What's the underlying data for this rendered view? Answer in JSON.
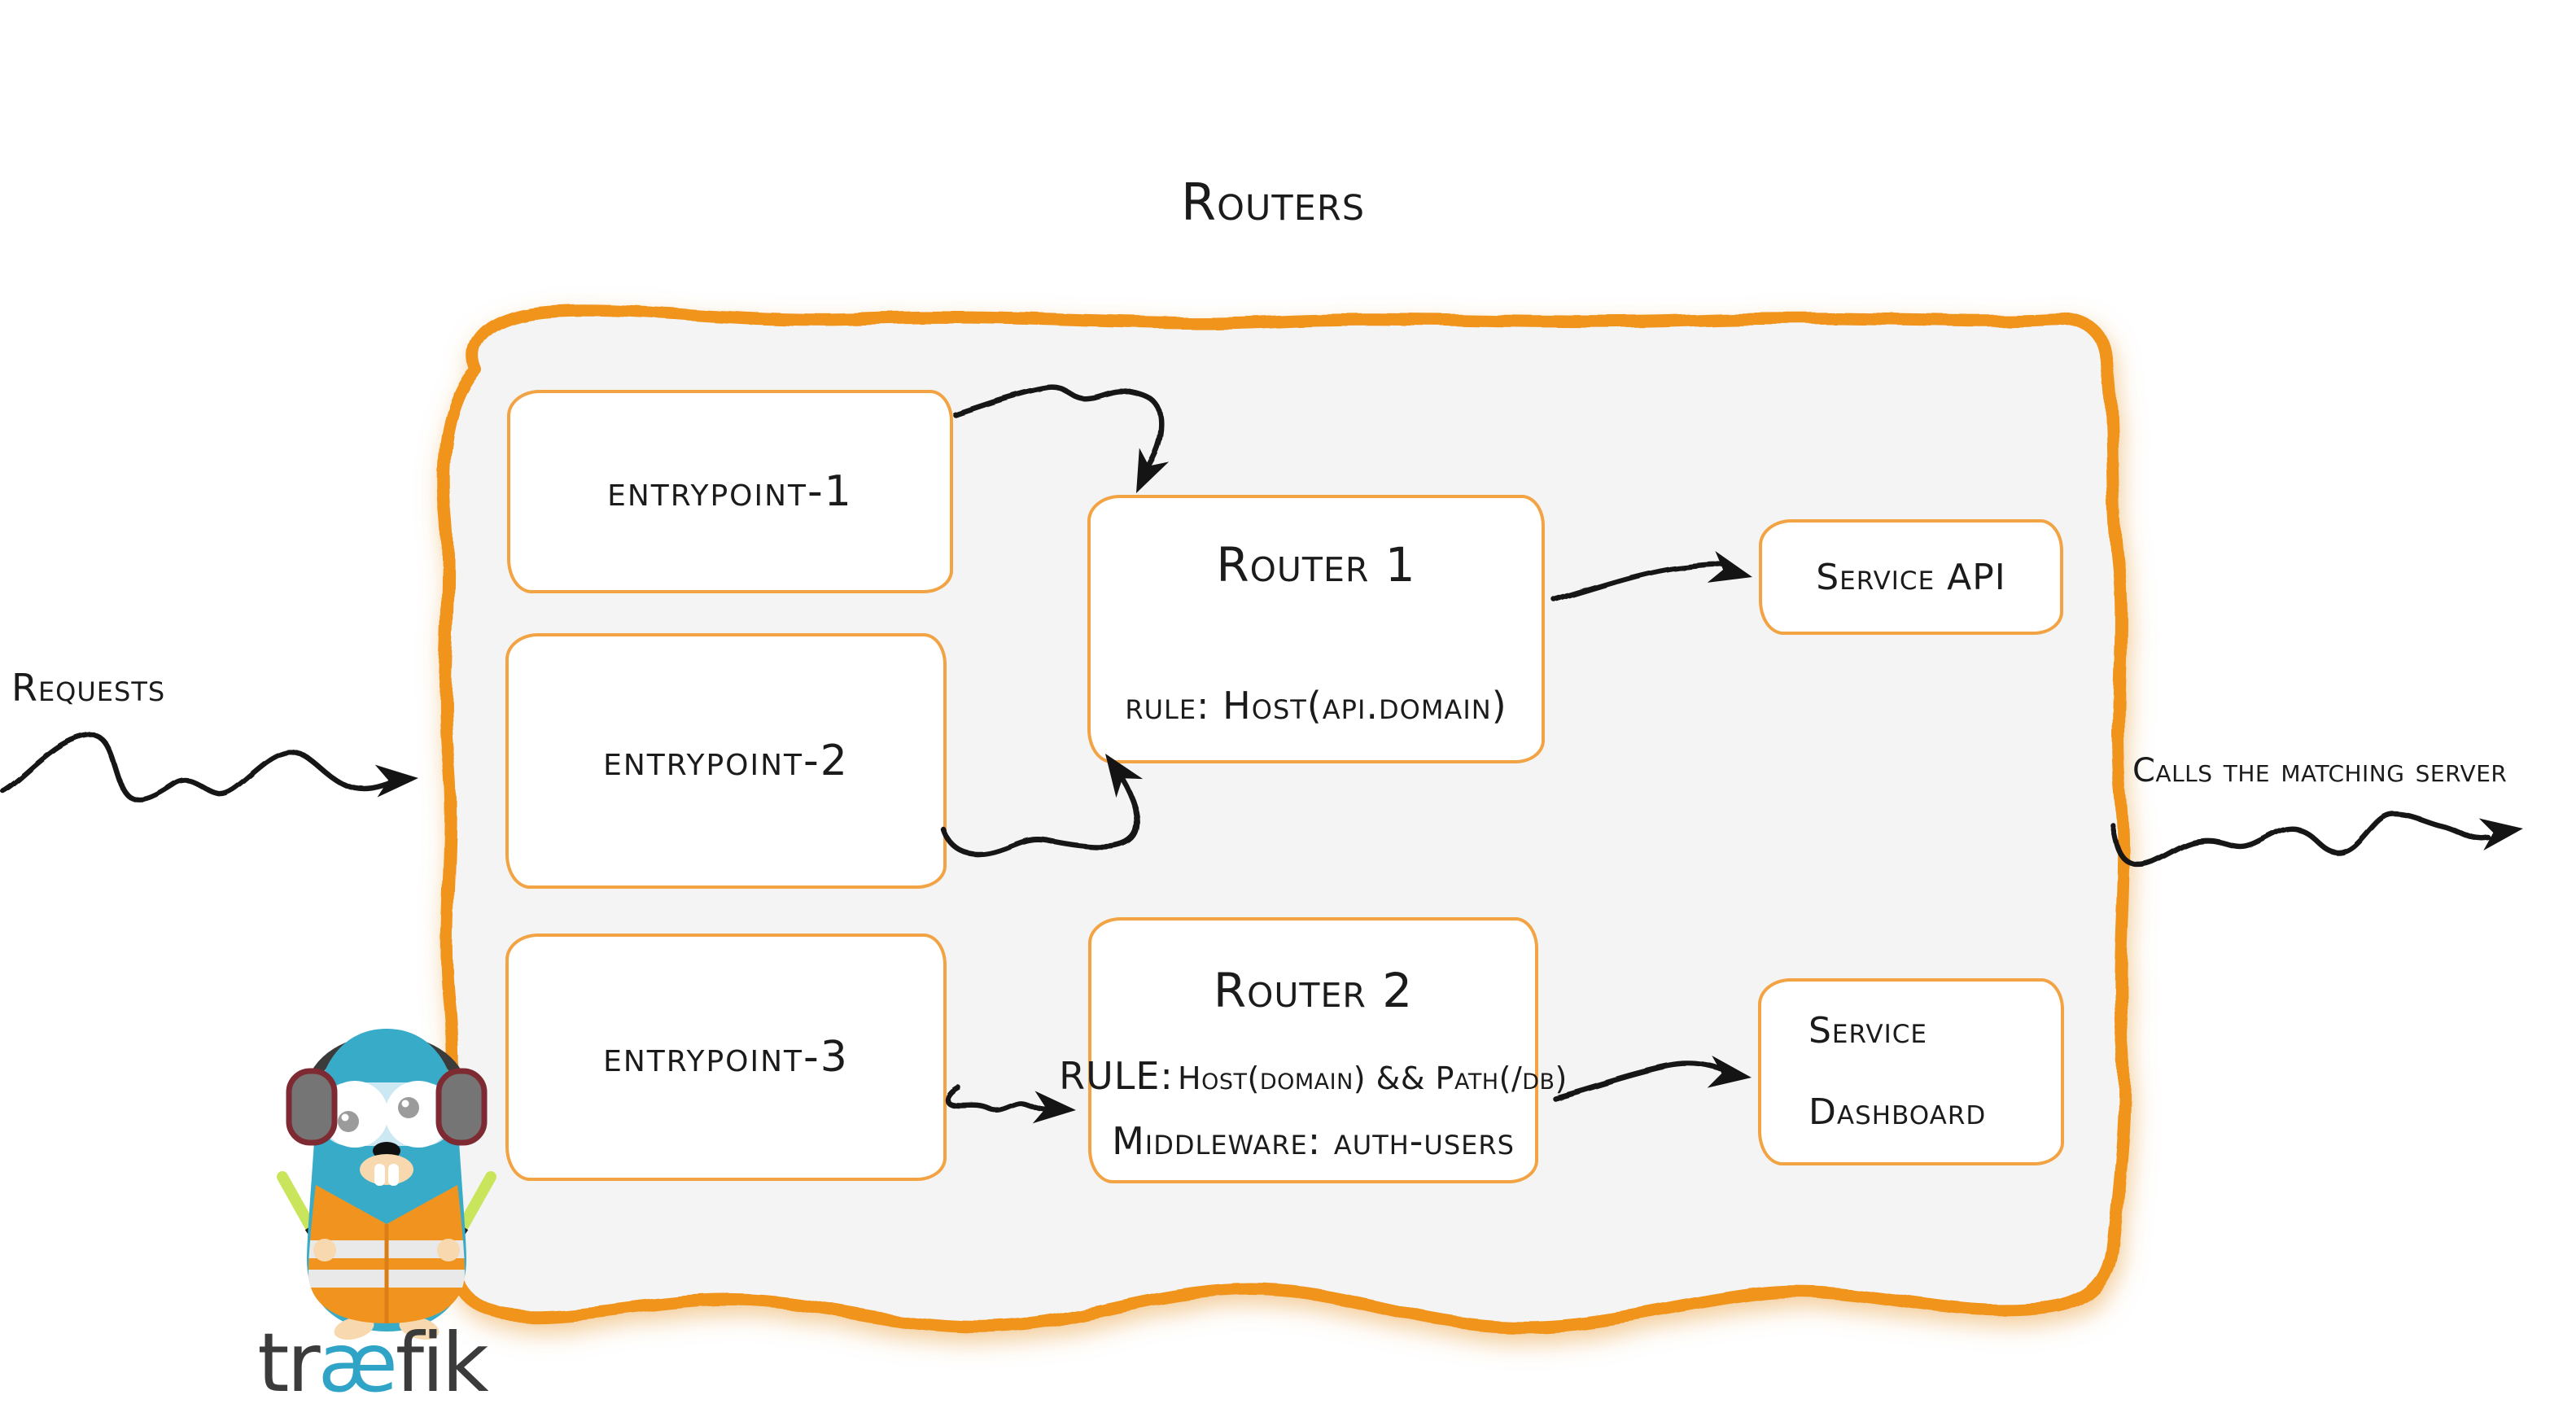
{
  "title": "Routers",
  "annotations": {
    "requests": "Requests",
    "calls_matching_server": "Calls the matching server"
  },
  "entrypoints": [
    {
      "label": "entrypoint-1"
    },
    {
      "label": "entrypoint-2"
    },
    {
      "label": "entrypoint-3"
    }
  ],
  "routers": [
    {
      "name": "Router 1",
      "rule": "rule: Host(api.domain)"
    },
    {
      "name": "Router 2",
      "rule_label": "RULE:",
      "rule_value": "Host(domain) && Path(/db)",
      "middleware": "Middleware: auth-users"
    }
  ],
  "services": [
    {
      "label": "Service API"
    },
    {
      "line1": "Service",
      "line2": "Dashboard"
    }
  ],
  "logo": {
    "part1": "tr",
    "part2": "æ",
    "part3": "fik"
  },
  "colors": {
    "container_border": "#F0941F",
    "node_border": "#F2A344",
    "container_fill": "#F4F4F5",
    "border_glow": "#E9A64E",
    "arrow_black": "#141414",
    "text": "#1B1B1B",
    "brand_teal": "#30A4C7",
    "wordmark_gray": "#3B3B3B",
    "gopher_body_teal": "#38ABC8",
    "vest_orange": "#F0941F",
    "baton_green": "#C9E55C",
    "muzzle_beige": "#F8D8AE"
  }
}
